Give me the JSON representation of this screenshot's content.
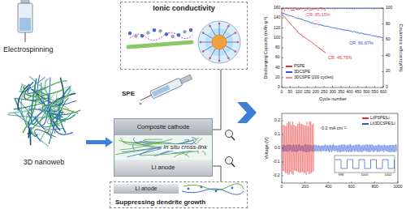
{
  "diagram": {
    "nodes": [
      {
        "text": [
          "3D nanoweb"
        ]
      },
      {
        "text": [
          "Ionic conductivity"
        ]
      },
      {
        "text": [
          "In situ cross-link"
        ]
      },
      {
        "text": [
          "Composite cathode"
        ],
        "in": 2
      },
      {
        "text": [
          "Li anode"
        ],
        "in": 2
      },
      {
        "text": [
          "Suppressing dendrite growth"
        ]
      },
      {
        "text": [
          "Li anode"
        ],
        "in": 5
      }
    ],
    "edges": [
      {
        "from": 0,
        "to": 2,
        "arrow": "to"
      },
      {
        "from": 2,
        "to": 1,
        "arrow": "none"
      },
      {
        "from": 2,
        "to": 5,
        "arrow": "none"
      }
    ],
    "labels": [
      "Electrospinning",
      "SPE",
      "Discharging Capacity (mAh g⁻¹)",
      "Coulombic efficiency(%)",
      "Cycle number",
      "CR: 85.15%",
      "CR: 46.76%",
      "CR: 66.67%",
      "0",
      "20",
      "40",
      "60",
      "80",
      "100",
      "120",
      "140",
      "160",
      "0",
      "20",
      "40",
      "60",
      "80",
      "100",
      "0",
      "50",
      "100",
      "150",
      "200",
      "250",
      "300",
      "350",
      "400",
      "450",
      "500",
      "550",
      "600",
      "Voltage (V)",
      "0.2 mA cm⁻²",
      "0.2",
      "0.1",
      "0.0",
      "-0.1",
      "-0.2",
      "0",
      "200",
      "400",
      "600",
      "800",
      "1000",
      "998",
      "1000",
      "1002"
    ],
    "legend": [
      {
        "text": "PSPE",
        "color": "#e53030"
      },
      {
        "text": "3DCSPE",
        "color": "#2b57d6"
      },
      {
        "text": "3DCSPE (200 cycles)",
        "color": "#f08aa8"
      },
      {
        "text": "Li|PSPE|Li",
        "color": "#e53030"
      },
      {
        "text": "Li|3DCSPE|Li",
        "color": "#2b57d6"
      }
    ]
  }
}
